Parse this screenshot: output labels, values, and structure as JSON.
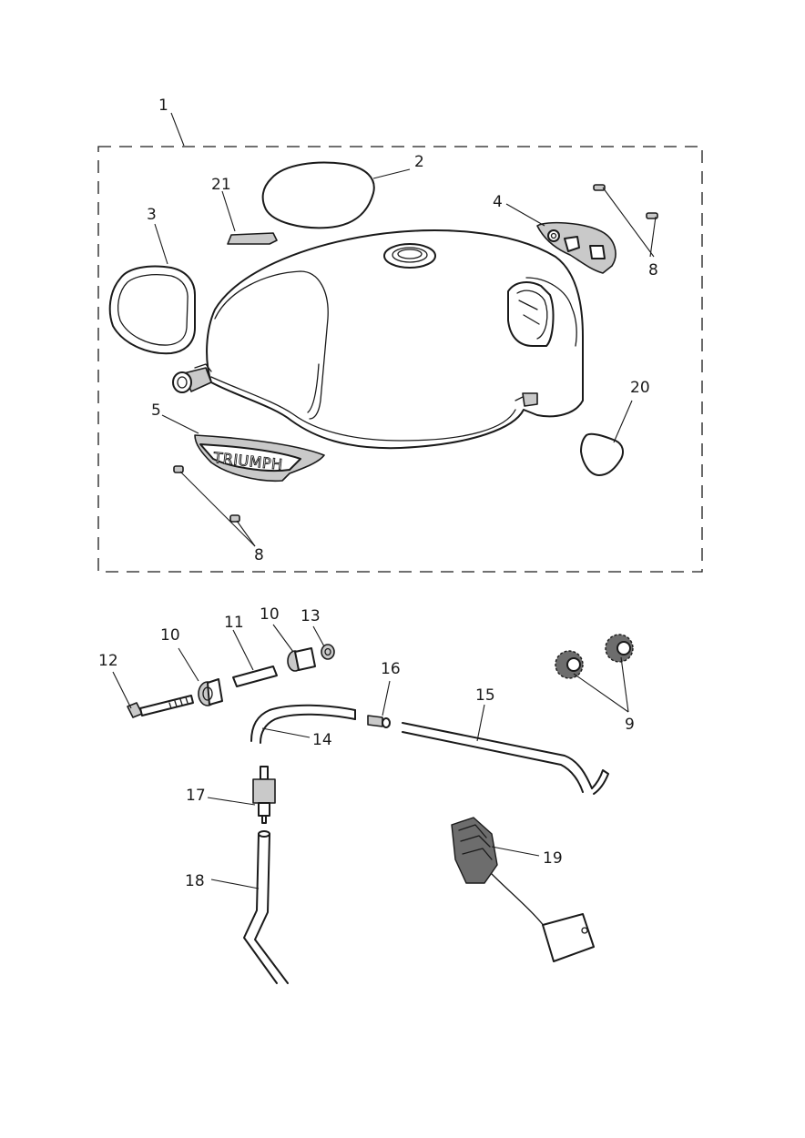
{
  "diagram": {
    "callouts": [
      {
        "id": "c1",
        "text": "1"
      },
      {
        "id": "c2",
        "text": "2"
      },
      {
        "id": "c3",
        "text": "3"
      },
      {
        "id": "c4",
        "text": "4"
      },
      {
        "id": "c5",
        "text": "5"
      },
      {
        "id": "c8a",
        "text": "8"
      },
      {
        "id": "c8b",
        "text": "8"
      },
      {
        "id": "c9",
        "text": "9"
      },
      {
        "id": "c10a",
        "text": "10"
      },
      {
        "id": "c10b",
        "text": "10"
      },
      {
        "id": "c11",
        "text": "11"
      },
      {
        "id": "c12",
        "text": "12"
      },
      {
        "id": "c13",
        "text": "13"
      },
      {
        "id": "c14",
        "text": "14"
      },
      {
        "id": "c15",
        "text": "15"
      },
      {
        "id": "c16",
        "text": "16"
      },
      {
        "id": "c17",
        "text": "17"
      },
      {
        "id": "c18",
        "text": "18"
      },
      {
        "id": "c19",
        "text": "19"
      },
      {
        "id": "c20",
        "text": "20"
      },
      {
        "id": "c21",
        "text": "21"
      }
    ],
    "badge_text": "TRIUMPH"
  }
}
